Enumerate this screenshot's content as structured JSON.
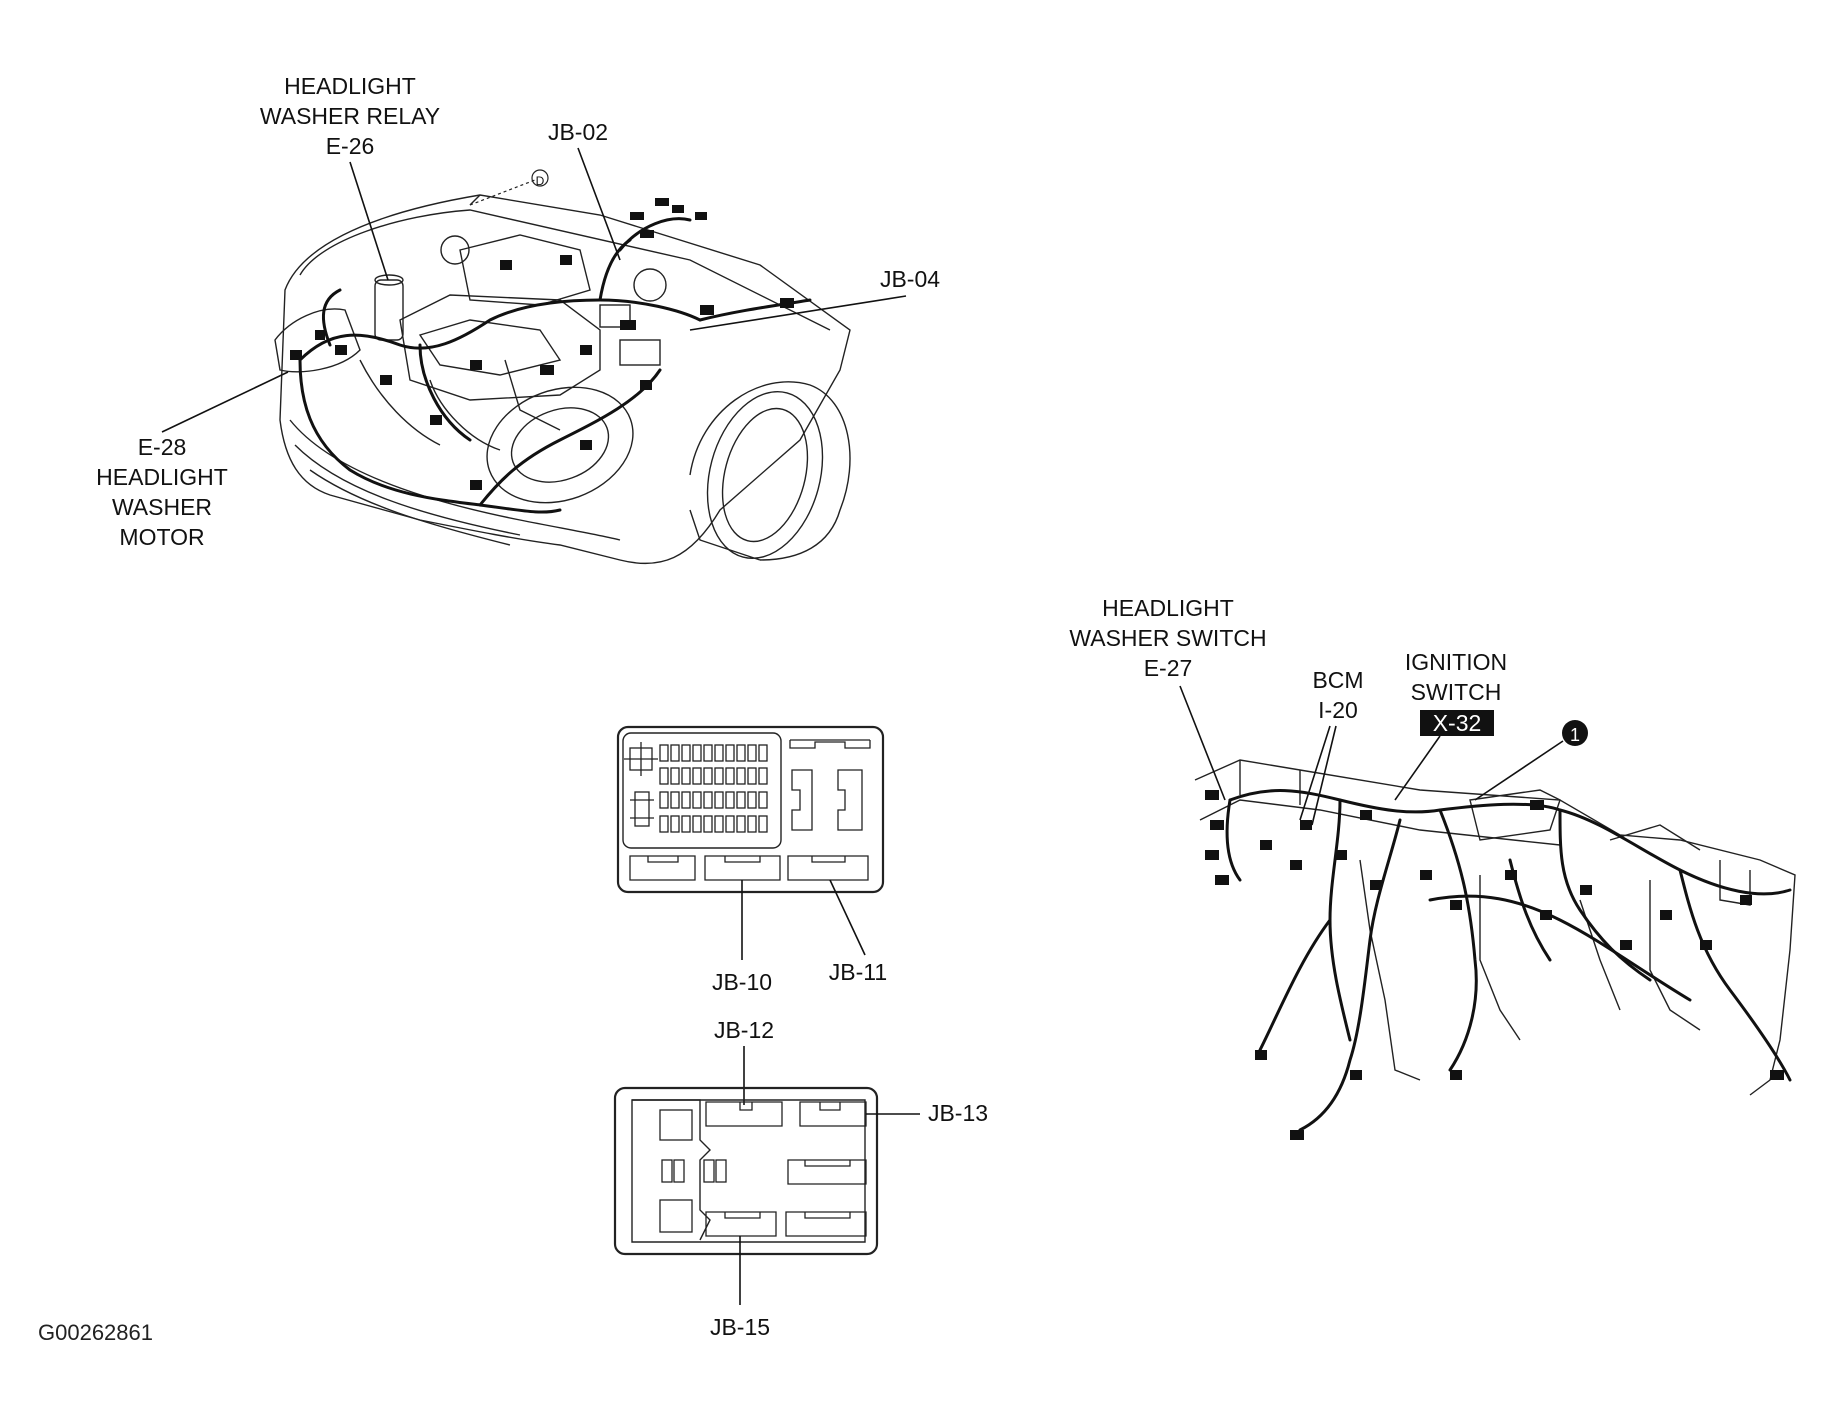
{
  "labels": {
    "headlight_washer_relay": [
      "HEADLIGHT",
      "WASHER RELAY",
      "E-26"
    ],
    "jb02": "JB-02",
    "jb04": "JB-04",
    "headlight_washer_motor": [
      "E-28",
      "HEADLIGHT",
      "WASHER",
      "MOTOR"
    ],
    "marker_d": "D",
    "headlight_washer_switch": [
      "HEADLIGHT",
      "WASHER SWITCH",
      "E-27"
    ],
    "bcm": [
      "BCM",
      "I-20"
    ],
    "ignition_switch": [
      "IGNITION",
      "SWITCH"
    ],
    "ignition_code": "X-32",
    "callout_number": "1",
    "jb10": "JB-10",
    "jb11": "JB-11",
    "jb12": "JB-12",
    "jb13": "JB-13",
    "jb15": "JB-15",
    "figure_id": "G00262861"
  }
}
